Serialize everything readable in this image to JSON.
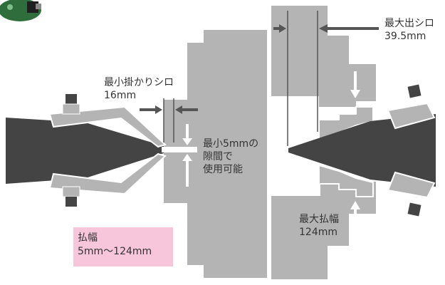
{
  "labels": {
    "min_grip_title": "最小掛かりシロ",
    "min_grip_value": "16mm",
    "min_gap_line1": "最小5mmの",
    "min_gap_line2": "隙間で",
    "min_gap_line3": "使用可能",
    "max_extension_title": "最大出シロ",
    "max_extension_value": "39.5mm",
    "max_width_title": "最大払幅",
    "max_width_value": "124mm",
    "range_title": "払幅",
    "range_value": "5mm〜124mm"
  },
  "colors": {
    "plate": "#b4b4b4",
    "jaw_dark": "#444444",
    "arrow": "#555555",
    "range_box": "#f7c6da",
    "text": "#333333"
  },
  "icons": {
    "product_thumbnail": "clamp-product-photo"
  }
}
